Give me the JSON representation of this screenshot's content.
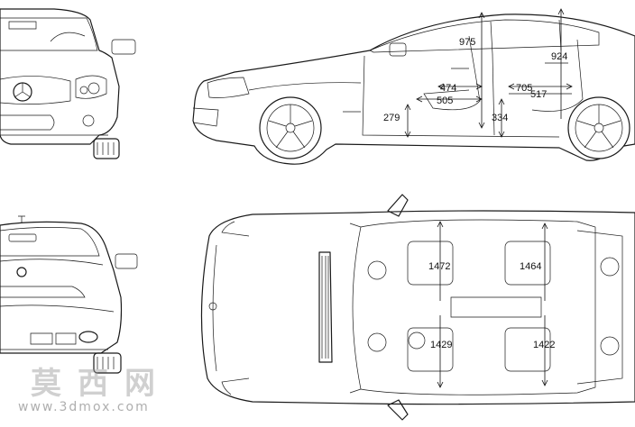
{
  "dimensions": {
    "side_height_total": "975",
    "side_height_rear": "924",
    "front_legroom": "474",
    "front_seat": "505",
    "rear_legroom": "705",
    "rear_seat": "517",
    "floor_height": "279",
    "seat_height": "334",
    "front_width_upper": "1472",
    "rear_width_upper": "1464",
    "front_width_lower": "1429",
    "rear_width_lower": "1422"
  },
  "watermark": {
    "chinese": "莫西网",
    "url": "www.3dmox.com"
  }
}
